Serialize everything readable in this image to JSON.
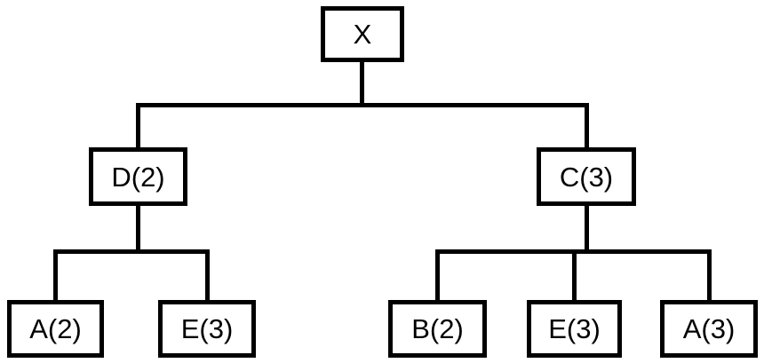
{
  "diagram": {
    "type": "tree",
    "title": "",
    "colors": {
      "background": "#ffffff",
      "node_fill": "#ffffff",
      "node_border": "#000000",
      "line": "#000000",
      "text": "#000000"
    },
    "nodes": {
      "root": {
        "label": "X"
      },
      "d2": {
        "label": "D(2)"
      },
      "c3": {
        "label": "C(3)"
      },
      "a2": {
        "label": "A(2)"
      },
      "e3_left": {
        "label": "E(3)"
      },
      "b2": {
        "label": "B(2)"
      },
      "e3_right": {
        "label": "E(3)"
      },
      "a3": {
        "label": "A(3)"
      }
    },
    "edges": [
      {
        "from": "X",
        "to": "D(2)"
      },
      {
        "from": "X",
        "to": "C(3)"
      },
      {
        "from": "D(2)",
        "to": "A(2)"
      },
      {
        "from": "D(2)",
        "to": "E(3)"
      },
      {
        "from": "C(3)",
        "to": "B(2)"
      },
      {
        "from": "C(3)",
        "to": "E(3)"
      },
      {
        "from": "C(3)",
        "to": "A(3)"
      }
    ]
  }
}
